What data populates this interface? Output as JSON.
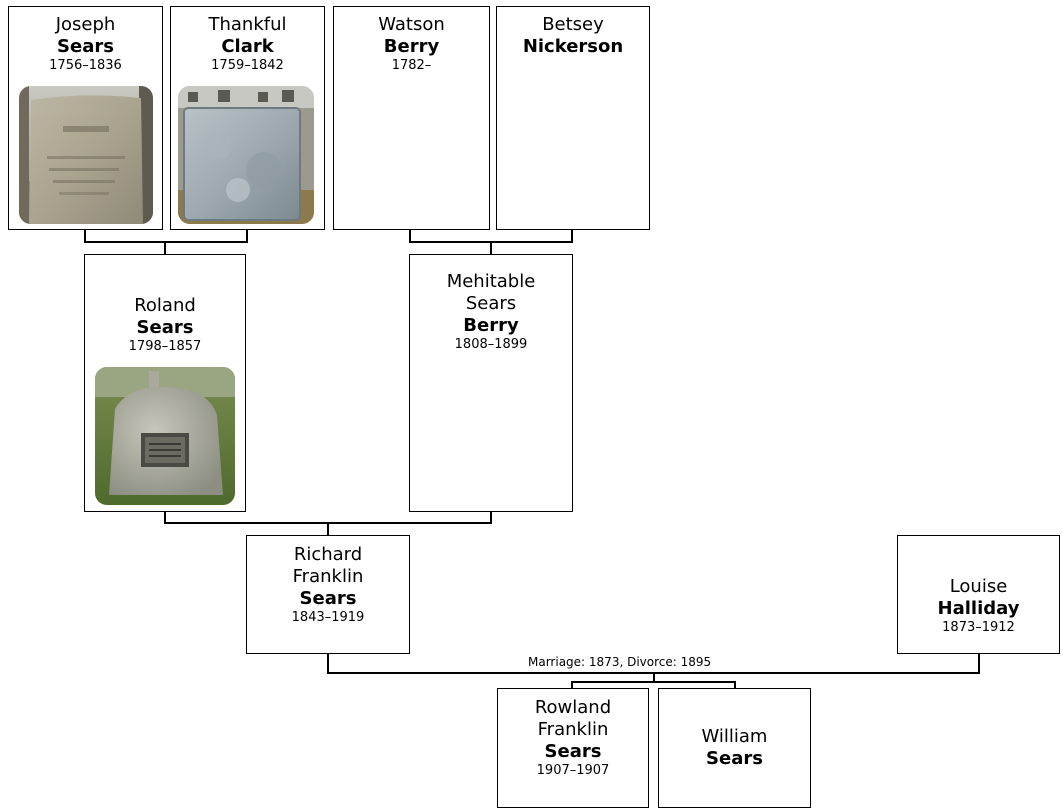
{
  "people": {
    "joseph": {
      "given": "Joseph",
      "surname": "Sears",
      "dates": "1756–1836"
    },
    "thankful": {
      "given": "Thankful",
      "surname": "Clark",
      "dates": "1759–1842"
    },
    "watson": {
      "given": "Watson",
      "surname": "Berry",
      "dates": "1782–"
    },
    "betsey": {
      "given": "Betsey",
      "surname": "Nickerson",
      "dates": ""
    },
    "roland": {
      "given": "Roland",
      "surname": "Sears",
      "dates": "1798–1857"
    },
    "mehitable": {
      "given_line1": "Mehitable",
      "given_line2": "Sears",
      "surname": "Berry",
      "dates": "1808–1899"
    },
    "richard": {
      "given_line1": "Richard",
      "given_line2": "Franklin",
      "surname": "Sears",
      "dates": "1843–1919"
    },
    "louise": {
      "given": "Louise",
      "surname": "Halliday",
      "dates": "1873–1912"
    },
    "rowland": {
      "given_line1": "Rowland",
      "given_line2": "Franklin",
      "surname": "Sears",
      "dates": "1907–1907"
    },
    "william": {
      "given": "William",
      "surname": "Sears"
    }
  },
  "marriage_label": "Marriage: 1873, Divorce: 1895",
  "photos": {
    "joseph": "gravestone-photo",
    "thankful": "gravestone-photo",
    "roland": "gravestone-photo"
  }
}
